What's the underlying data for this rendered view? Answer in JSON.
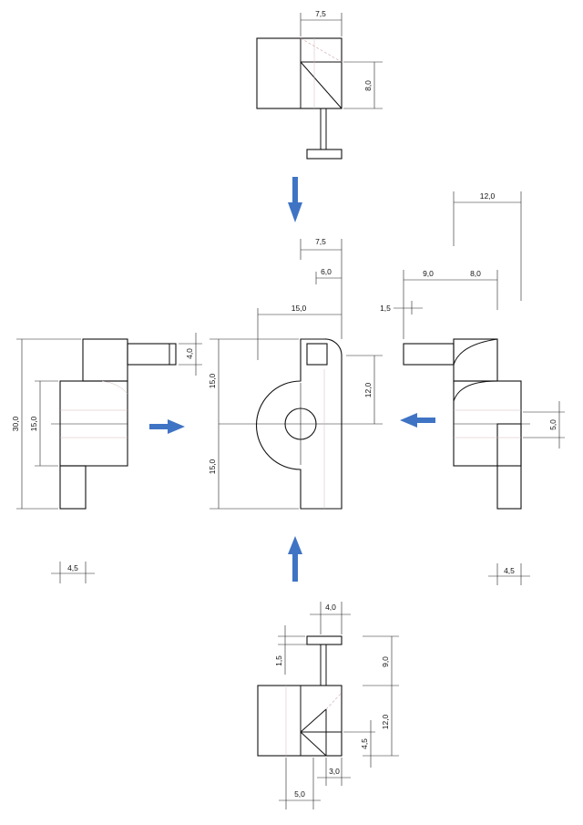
{
  "colors": {
    "line": "#111111",
    "hidden_line": "#c9a3a3",
    "view_arrow": "#3f74c4"
  },
  "dimensions": {
    "top_view_width": "7,5",
    "top_view_height": "8,0",
    "front_width_top": "7,5",
    "front_width_inner": "6,0",
    "front_width_total": "15,0",
    "front_height_upper": "15,0",
    "front_height_lower": "15,0",
    "front_hole_offset": "12,0",
    "left_total_height": "30,0",
    "left_body_height": "15,0",
    "left_peg_height": "4,0",
    "left_foot_width": "4,5",
    "right_total_width": "12,0",
    "right_width_a": "9,0",
    "right_width_b": "8,0",
    "right_gap": "1,5",
    "right_offset": "5,0",
    "right_foot_width": "4,5",
    "bottom_width_top": "4,0",
    "bottom_lip": "1,5",
    "bottom_height_upper": "9,0",
    "bottom_height_lower": "12,0",
    "bottom_side": "4,5",
    "bottom_width_a": "3,0",
    "bottom_width_b": "5,0"
  },
  "view_arrows": [
    "arrow-down-icon",
    "arrow-up-icon",
    "arrow-right-icon",
    "arrow-left-icon"
  ]
}
